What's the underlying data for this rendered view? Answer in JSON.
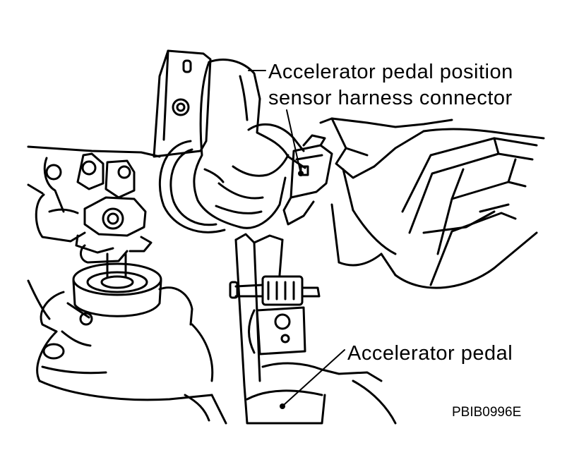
{
  "callouts": {
    "sensor_connector_line1": "Accelerator pedal position",
    "sensor_connector_line2": "sensor harness connector",
    "pedal": "Accelerator pedal"
  },
  "figure_code": "PBIB0996E",
  "colors": {
    "line": "#000000",
    "background": "#ffffff"
  }
}
